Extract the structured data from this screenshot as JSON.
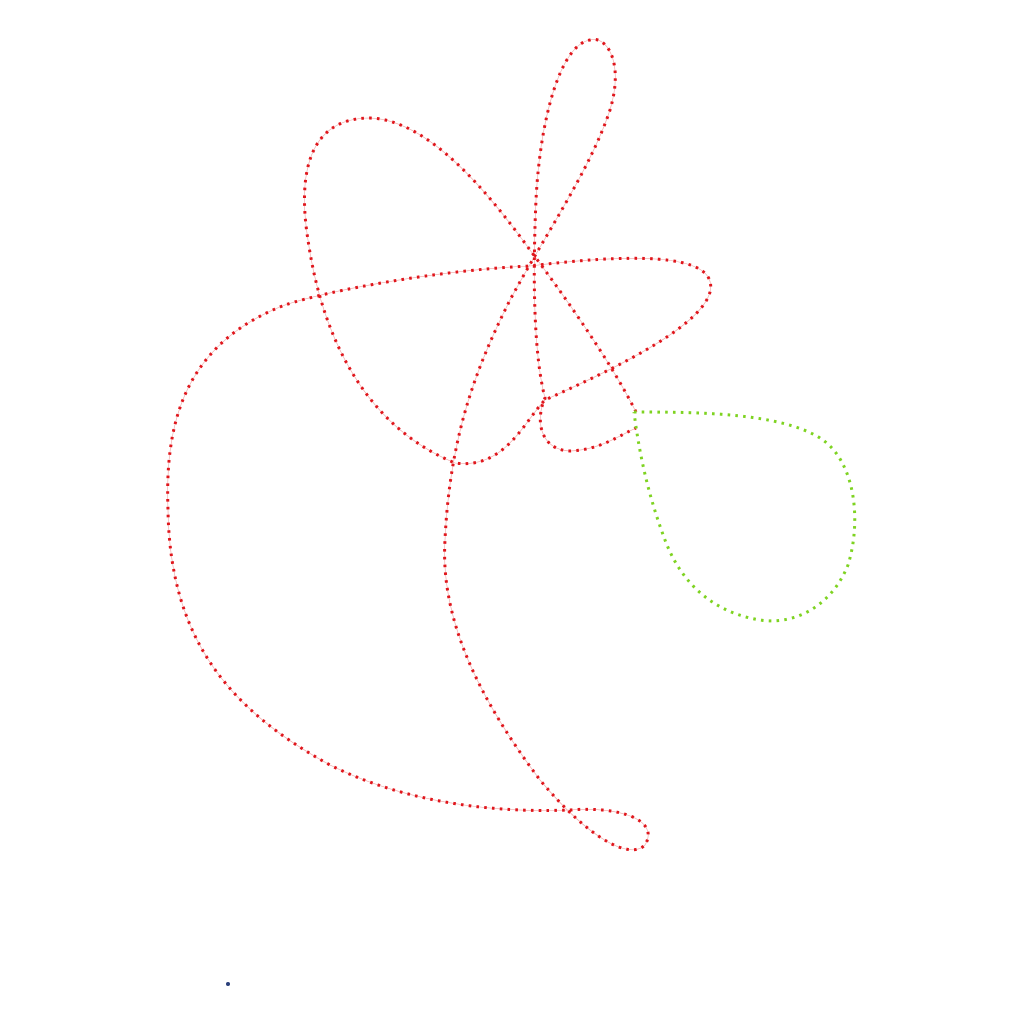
{
  "colors": {
    "background": "#ffffff",
    "main_path": "#e0161c",
    "main_path_guide": "#e87a7a",
    "loop_path": "#7ed321",
    "marker": "#2a3f7a"
  },
  "paths": [
    {
      "id": "main-curve",
      "style": "dotted",
      "color_key": "main_path"
    },
    {
      "id": "green-loop",
      "style": "dotted",
      "color_key": "loop_path"
    }
  ],
  "markers": [
    {
      "id": "start-dot",
      "color_key": "marker"
    }
  ]
}
